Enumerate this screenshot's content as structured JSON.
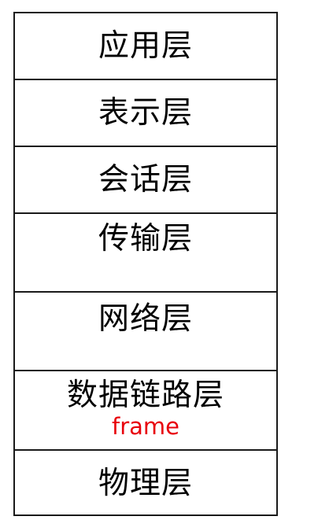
{
  "layers": [
    {
      "label": "应用层"
    },
    {
      "label": "表示层"
    },
    {
      "label": "会话层"
    },
    {
      "label": "传输层"
    },
    {
      "label": "网络层"
    },
    {
      "label": "数据链路层",
      "note": "frame"
    },
    {
      "label": "物理层"
    }
  ],
  "colors": {
    "border": "#1a1a1a",
    "text": "#000000",
    "note": "#e8000b"
  }
}
